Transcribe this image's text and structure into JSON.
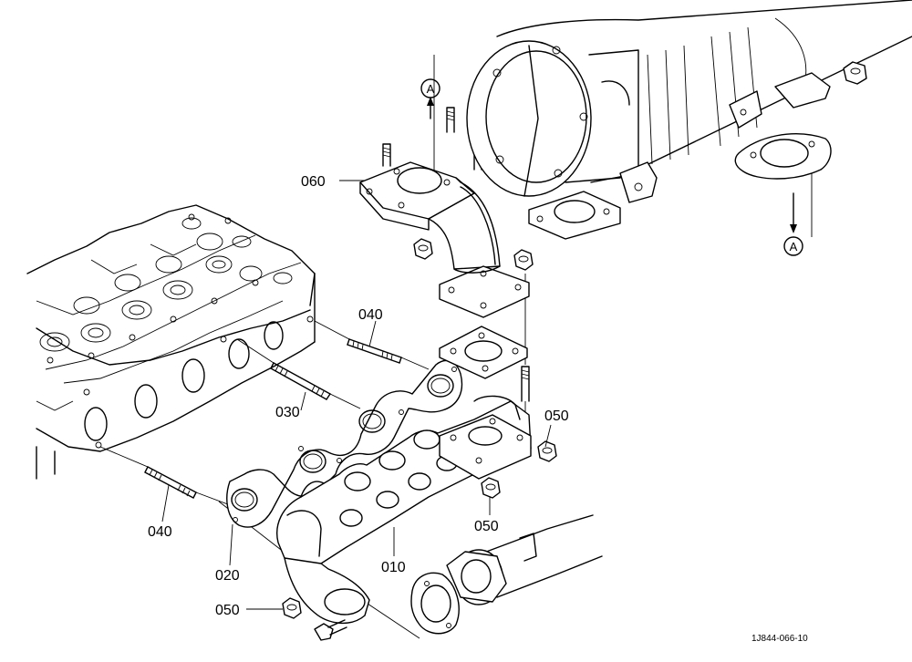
{
  "diagram": {
    "type": "exploded-parts-diagram",
    "callouts": [
      {
        "id": "c060",
        "text": "060"
      },
      {
        "id": "c040a",
        "text": "040"
      },
      {
        "id": "c030",
        "text": "030"
      },
      {
        "id": "c050a",
        "text": "050"
      },
      {
        "id": "c050b",
        "text": "050"
      },
      {
        "id": "c040b",
        "text": "040"
      },
      {
        "id": "c010",
        "text": "010"
      },
      {
        "id": "c020",
        "text": "020"
      },
      {
        "id": "c050c",
        "text": "050"
      }
    ],
    "reference_markers": [
      {
        "id": "refA1",
        "text": "A"
      },
      {
        "id": "refA2",
        "text": "A"
      }
    ],
    "figure_id": "1J844-066-10"
  }
}
